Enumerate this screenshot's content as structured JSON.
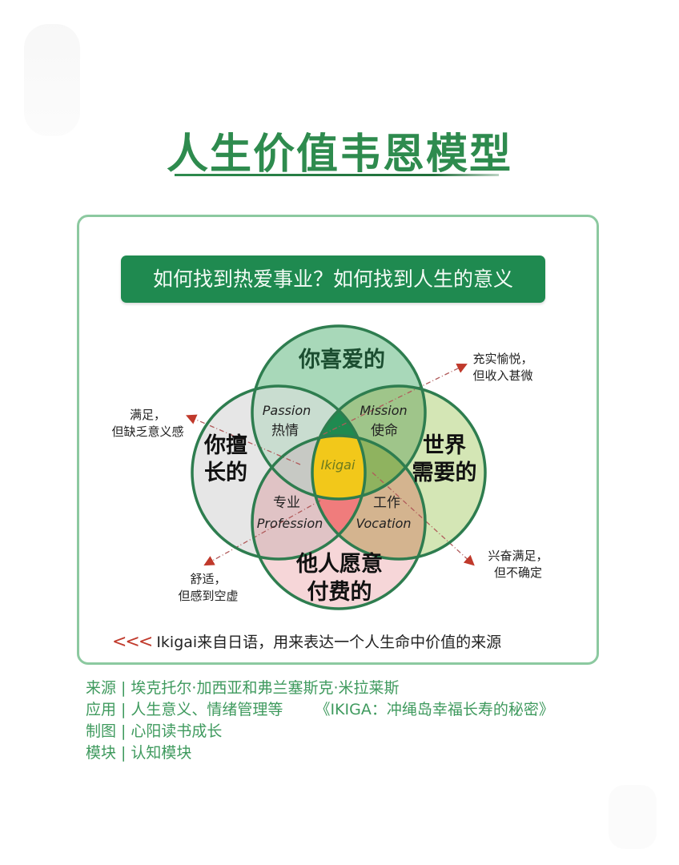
{
  "header": {
    "title": "人生价值韦恩模型"
  },
  "banner": {
    "question": "如何找到热爱事业？如何找到人生的意义"
  },
  "venn": {
    "circles": [
      {
        "id": "love",
        "label_lines": [
          "你喜爱的"
        ],
        "color": "#a8d8b9"
      },
      {
        "id": "good_at",
        "label_lines": [
          "你擅",
          "长的"
        ],
        "color": "#e6e6e6"
      },
      {
        "id": "world_needs",
        "label_lines": [
          "世界",
          "需要的"
        ],
        "color": "#d4e6b5"
      },
      {
        "id": "paid_for",
        "label_lines": [
          "他人愿意",
          "付费的"
        ],
        "color": "#f6d6d8"
      }
    ],
    "overlaps": {
      "passion": {
        "en": "Passion",
        "zh": "热情"
      },
      "mission": {
        "en": "Mission",
        "zh": "使命"
      },
      "profession": {
        "zh": "专业",
        "en": "Profession"
      },
      "vocation": {
        "zh": "工作",
        "en": "Vocation"
      },
      "center": {
        "label": "Ikigai",
        "color": "#f2c81a"
      }
    },
    "colors": {
      "stroke": "#2e7d4f",
      "love_good": "#c9ddd0",
      "love_world": "#9fc58a",
      "good_paid": "#e0c3c5",
      "world_paid": "#d4b48f",
      "love_good_world": "#1f8a50",
      "good_world_paid": "#f07c7c",
      "love_good_paid": "#c7c9c4",
      "love_world_paid": "#8fb35f"
    }
  },
  "notes": {
    "top_right": [
      "充实愉悦，",
      "但收入甚微"
    ],
    "left": [
      "满足，",
      "但缺乏意义感"
    ],
    "bottom_left": [
      "舒适，",
      "但感到空虚"
    ],
    "bottom_right": [
      "兴奋满足，",
      "但不确定"
    ]
  },
  "footnote": {
    "chevrons": "<<<",
    "text": "Ikigai来自日语，用来表达一个人生命中价值的来源"
  },
  "meta": [
    {
      "key": "来源",
      "value": "埃克托尔·加西亚和弗兰塞斯克·米拉莱斯"
    },
    {
      "key": "应用",
      "value": "人生意义、情绪管理等",
      "book": "《IKIGA：冲绳岛幸福长寿的秘密》"
    },
    {
      "key": "制图",
      "value": "心阳读书成长"
    },
    {
      "key": "模块",
      "value": "认知模块"
    }
  ],
  "separator": "|",
  "accent_colors": {
    "title_green": "#2e8b4e",
    "banner_green": "#1f8a50",
    "frame_green": "#8cc9a0",
    "meta_green": "#3f9a5e",
    "arrow_red": "#c0392b"
  }
}
